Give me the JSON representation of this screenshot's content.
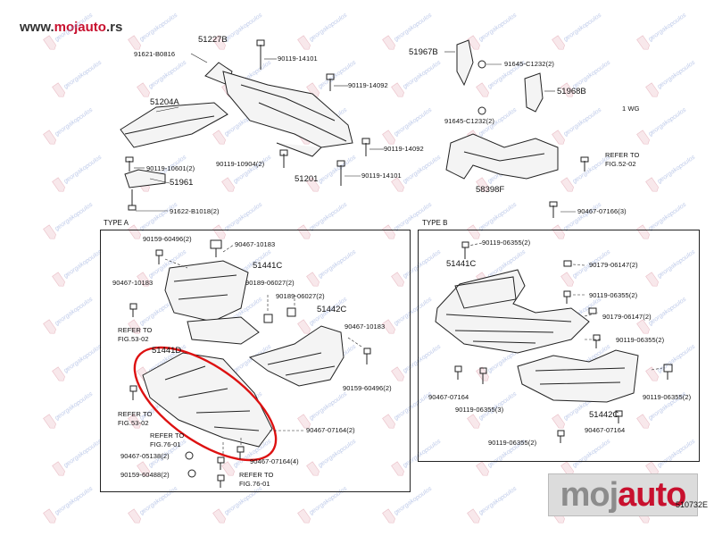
{
  "site": {
    "domain_prefix": "www.",
    "domain_brand": "mojauto",
    "domain_suffix": ".rs"
  },
  "watermark_text": "georgakopoulos",
  "logo": {
    "part1": "moj",
    "part2": "auto"
  },
  "drawing_code": "510732E",
  "sections": {
    "type_a": "TYPE A",
    "type_b": "TYPE B"
  },
  "callouts": {
    "a1": "90119-14101",
    "a2": "91621-B0816",
    "a3": "51227B",
    "a4": "51204A",
    "a5": "90119-14092",
    "a6": "90119-14092",
    "a7": "90119-10904(2)",
    "a8": "51201",
    "a9": "90119-14101",
    "a10": "90119-10601(2)",
    "a11": "51961",
    "a12": "91622-B1018(2)",
    "b1": "51967B",
    "b2": "91645-C1232(2)",
    "b3": "51968B",
    "b4": "91645-C1232(2)",
    "b5": "1 WG",
    "b6": "REFER TO",
    "b7": "FIG.52-02",
    "b8": "58398F",
    "b9": "90467-07166(3)",
    "c1": "90159-60496(2)",
    "c2": "90467-10183",
    "c3": "51441C",
    "c4": "90467-10183",
    "c5": "90189-06027(2)",
    "c6": "90189-06027(2)",
    "c7": "51442C",
    "c8": "REFER TO",
    "c9": "FIG.53-02",
    "c10": "51441D",
    "c11": "90467-10183",
    "c12": "90159-60496(2)",
    "c13": "REFER TO",
    "c14": "FIG.53-02",
    "c15": "REFER TO",
    "c16": "FIG.76-01",
    "c17": "90467-05138(2)",
    "c18": "90467-07164(2)",
    "c19": "90159-60488(2)",
    "c20": "90467-07164(4)",
    "c21": "REFER TO",
    "c22": "FIG.76-01",
    "d1": "90119-06355(2)",
    "d2": "51441C",
    "d3": "90179-06147(2)",
    "d4": "90119-06355(2)",
    "d5": "90179-06147(2)",
    "d6": "90119-06355(2)",
    "d7": "90467-07164",
    "d8": "90119-06355(3)",
    "d9": "51442C",
    "d10": "90119-06355(2)",
    "d11": "90467-07164",
    "d12": "90119-06355(2)"
  }
}
